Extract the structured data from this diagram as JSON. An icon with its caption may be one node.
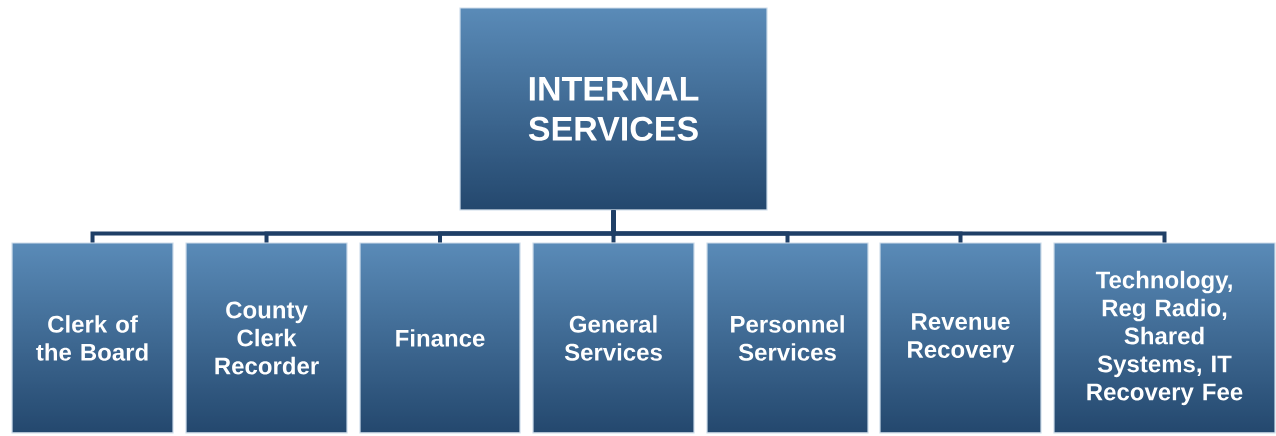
{
  "diagram": {
    "nodes": [
      {
        "text": [
          "INTERNAL SERVICES"
        ]
      },
      {
        "text": [
          "Clerk of the Board"
        ]
      },
      {
        "text": [
          "County Clerk Recorder"
        ]
      },
      {
        "text": [
          "Finance"
        ]
      },
      {
        "text": [
          "General Services"
        ]
      },
      {
        "text": [
          "Personnel Services"
        ]
      },
      {
        "text": [
          "Revenue Recovery"
        ]
      },
      {
        "text": [
          "Technology, Reg Radio, Shared Systems, IT Recovery Fee"
        ]
      }
    ],
    "edges": [
      {
        "from": 0,
        "to": 1,
        "arrow": "none"
      },
      {
        "from": 0,
        "to": 2,
        "arrow": "none"
      },
      {
        "from": 0,
        "to": 3,
        "arrow": "none"
      },
      {
        "from": 0,
        "to": 4,
        "arrow": "none"
      },
      {
        "from": 0,
        "to": 5,
        "arrow": "none"
      },
      {
        "from": 0,
        "to": 6,
        "arrow": "none"
      },
      {
        "from": 0,
        "to": 7,
        "arrow": "none"
      }
    ]
  }
}
